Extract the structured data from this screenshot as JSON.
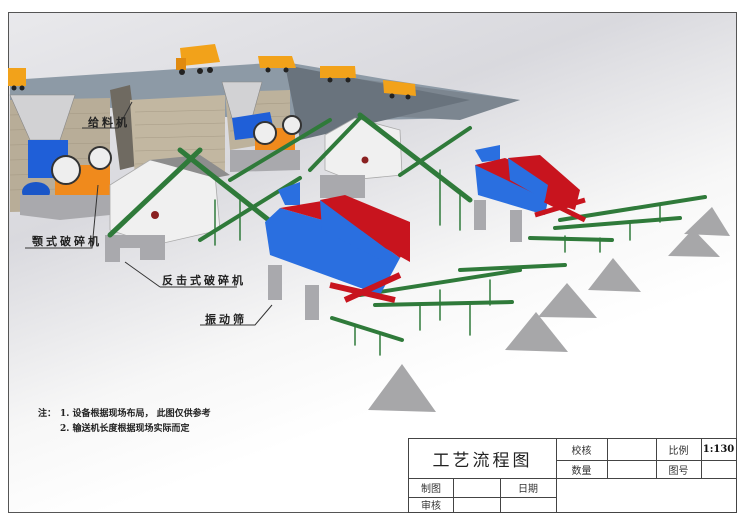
{
  "diagram": {
    "type": "crushing-plant-process-layout",
    "scene_elements": [
      "dump-trucks",
      "raised-platform",
      "feed-hoppers",
      "feeders",
      "jaw-crushers",
      "impact-crushers",
      "belt-conveyors",
      "vibrating-screens",
      "stockpiles"
    ],
    "colors": {
      "crusher_orange": "#f08a1c",
      "feeder_blue": "#1f5fd8",
      "screen_blue": "#2a6fe0",
      "screen_red": "#c8141e",
      "conveyor_green": "#2f7a3a",
      "stockpile_gray": "#a7a7a9",
      "impact_crusher_white": "#f0f0f0",
      "concrete_gray": "#a9a9ad",
      "truck_yellow": "#f2a21a"
    }
  },
  "labels": {
    "feeder": "给料机",
    "jaw_crusher": "颚式破碎机",
    "impact_crusher": "反击式破碎机",
    "vibrating_screen": "振动筛"
  },
  "notes": {
    "prefix": "注：",
    "items": [
      "1. 设备根据现场布局， 此图仅供参考",
      "2. 输送机长度根据现场实际而定"
    ]
  },
  "title_block": {
    "title": "工艺流程图",
    "checked_label": "校核",
    "checked_value": "",
    "quantity_label": "数量",
    "quantity_value": "",
    "scale_label": "比例",
    "scale_value": "1:130",
    "drawing_no_label": "图号",
    "drawing_no_value": "",
    "drawn_label": "制图",
    "drawn_value": "",
    "date_label": "日期",
    "date_value": "",
    "reviewed_label": "审核",
    "reviewed_value": ""
  }
}
